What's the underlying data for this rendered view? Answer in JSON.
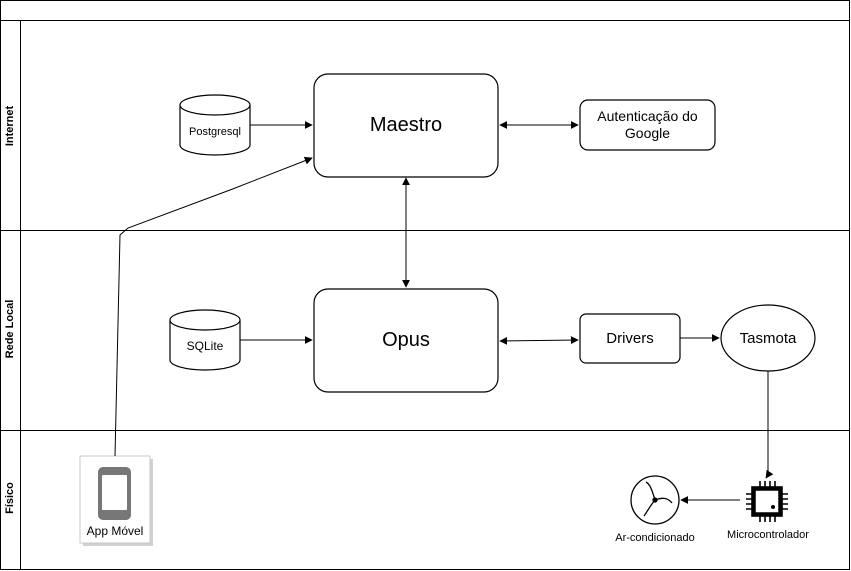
{
  "lanes": [
    "Internet",
    "Rede Local",
    "Físico"
  ],
  "nodes": {
    "postgresql": "Postgresql",
    "maestro": "Maestro",
    "google_auth": "Autenticação do Google",
    "sqlite": "SQLite",
    "opus": "Opus",
    "drivers": "Drivers",
    "tasmota": "Tasmota",
    "app": "App Móvel",
    "microcontroller": "Microcontrolador",
    "ac": "Ar-condicionado"
  }
}
